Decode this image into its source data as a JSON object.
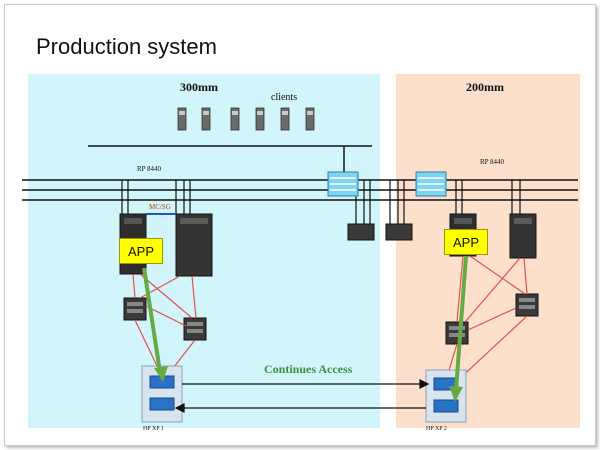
{
  "title": "Production system",
  "zones": {
    "left_heading": "300mm",
    "right_heading": "200mm"
  },
  "labels": {
    "clients": "clients",
    "rp_left": "RP 8440",
    "rp_right": "RP 8440",
    "mc_sg": "MC/SG",
    "app_left": "APP",
    "app_right": "APP",
    "continues_access": "Continues Access",
    "storage_left": "HP XP 1",
    "storage_right": "HP XP 2"
  },
  "colors": {
    "zone_left": "#d2f4fb",
    "zone_right": "#fde0cc",
    "app_badge": "#ffff00",
    "red_link": "#e05050",
    "green_flow": "#66aa44",
    "continues_access_text": "#3f8f3f"
  }
}
